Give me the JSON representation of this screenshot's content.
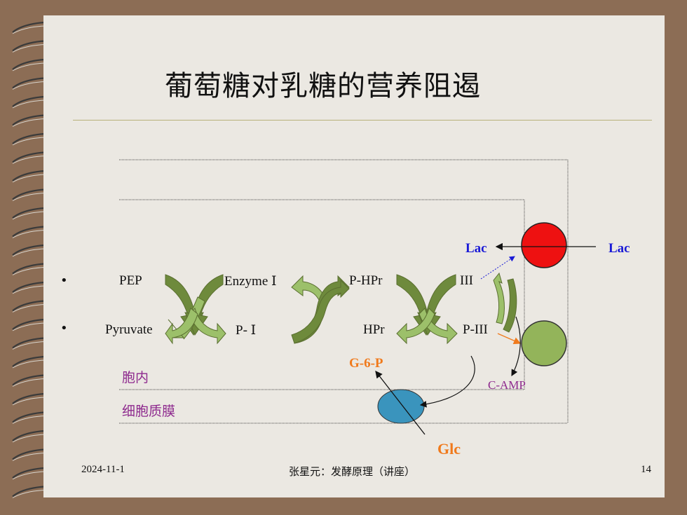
{
  "title": "葡萄糖对乳糖的营养阻遏",
  "labels": {
    "pep": "PEP",
    "enzyme1": "Enzyme Ⅰ",
    "phpr": "P-HPr",
    "iii": "III",
    "pyruvate": "Pyruvate",
    "p1": "P- Ⅰ",
    "hpr": "HPr",
    "piii": "P-III",
    "lac_inner": "Lac",
    "lac_outer": "Lac",
    "g6p": "G-6-P",
    "camp": "C-AMP",
    "glc": "Glc",
    "inside": "胞内",
    "membrane": "细胞质膜"
  },
  "bullets": [
    "•",
    "•"
  ],
  "footer": {
    "date": "2024-11-1",
    "center": "张星元：发酵原理（讲座）",
    "page": "14"
  },
  "colors": {
    "background": "#8c6d55",
    "slide": "#ebe8e2",
    "arrow_light": "#9cc06a",
    "arrow_dark": "#6e8a3c",
    "red_circle": "#ee1111",
    "green_circle": "#93b45a",
    "blue_ellipse": "#3a94bd"
  }
}
